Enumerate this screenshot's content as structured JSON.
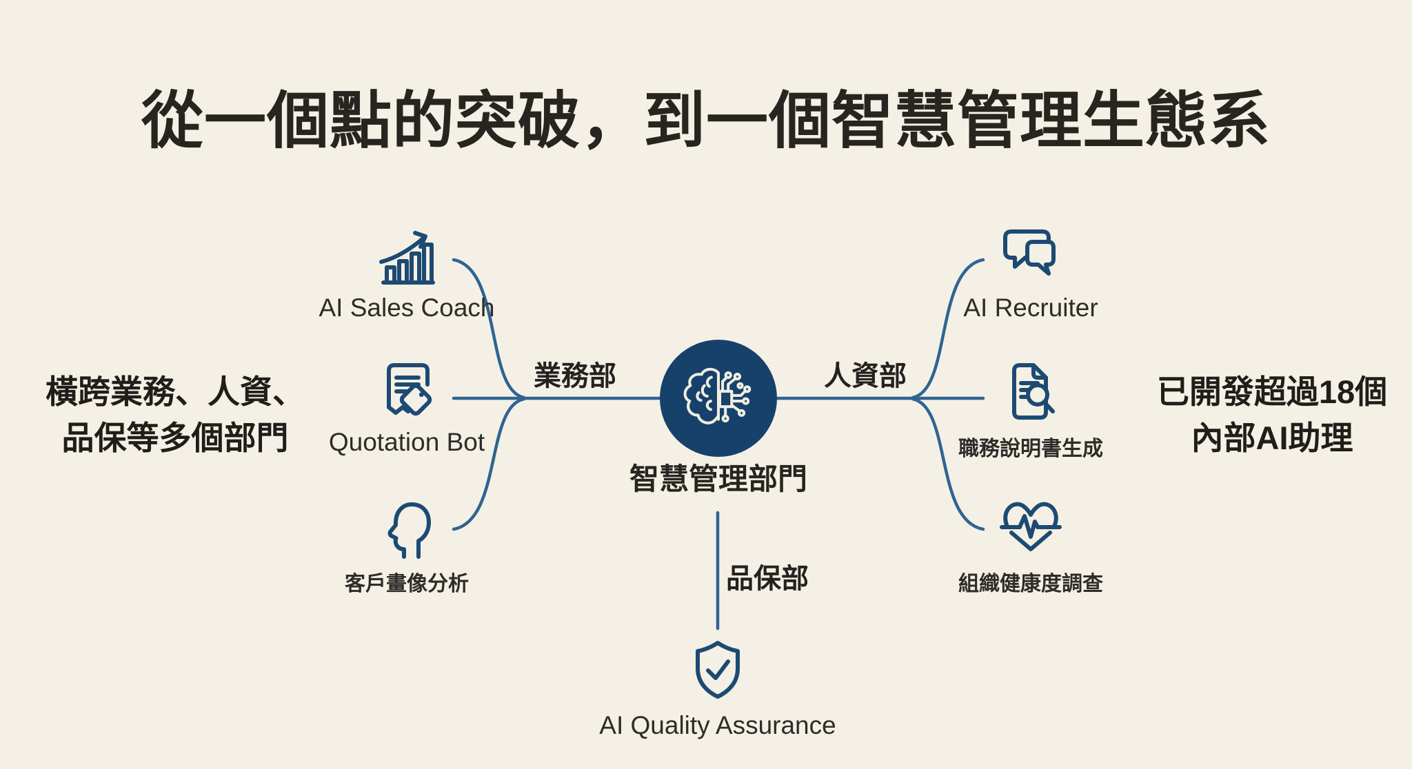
{
  "colors": {
    "background": "#f5f0e6",
    "line": "#2f6492",
    "icon": "#1c4a72",
    "hub_fill": "#16416a",
    "hub_icon_stroke": "#f2ede2",
    "title_text": "#26251f",
    "note_text": "#1f1e1a",
    "branch_text": "#232220",
    "item_text": "#2d2c28"
  },
  "title": "從一個點的突破，到一個智慧管理生態系",
  "left_note": {
    "line1": "橫跨業務、人資、",
    "line2": "品保等多個部門"
  },
  "right_note": {
    "line1": "已開發超過18個",
    "line2": "內部AI助理"
  },
  "hub": {
    "label": "智慧管理部門",
    "icon": "ai-brain-circuit-icon"
  },
  "branches": {
    "sales": {
      "label": "業務部",
      "items": [
        {
          "label": "AI Sales Coach",
          "icon": "growth-chart-icon"
        },
        {
          "label": "Quotation Bot",
          "icon": "receipt-tag-icon"
        },
        {
          "label": "客戶畫像分析",
          "icon": "customer-profile-icon"
        }
      ]
    },
    "hr": {
      "label": "人資部",
      "items": [
        {
          "label": "AI Recruiter",
          "icon": "chat-bubbles-icon"
        },
        {
          "label": "職務說明書生成",
          "icon": "document-search-icon"
        },
        {
          "label": "組織健康度調查",
          "icon": "heart-pulse-icon"
        }
      ]
    },
    "qa": {
      "label": "品保部",
      "items": [
        {
          "label": "AI Quality Assurance",
          "icon": "shield-check-icon"
        }
      ]
    }
  }
}
